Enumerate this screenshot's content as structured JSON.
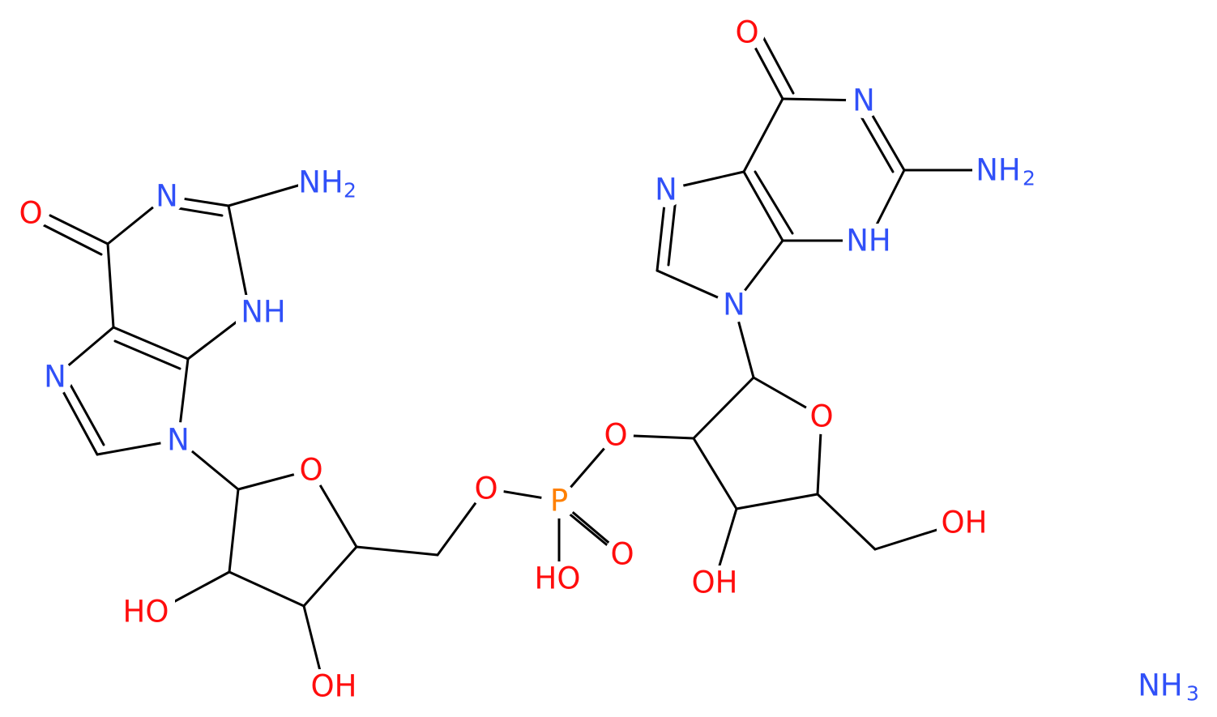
{
  "colors": {
    "bond": "#000000",
    "N": "#3050F8",
    "O": "#FF0D0D",
    "P": "#FF8000"
  },
  "labels": {
    "left_O_carbonyl": "O",
    "left_N1": "N",
    "left_NH2": "NH",
    "left_NH2_sub": "2",
    "left_NH": "NH",
    "left_N7": "N",
    "left_N9": "N",
    "left_O_ring": "O",
    "left_HO_2": "HO",
    "left_OH_3": "OH",
    "link_O_5": "O",
    "P": "P",
    "P_O_double": "O",
    "P_HO": "HO",
    "link_O_3": "O",
    "right_O_carbonyl": "O",
    "right_N1": "N",
    "right_NH2": "NH",
    "right_NH2_sub": "2",
    "right_NH": "NH",
    "right_N7": "N",
    "right_N9": "N",
    "right_O_ring": "O",
    "right_OH_2": "OH",
    "right_CH2OH": "OH",
    "NH3": "NH",
    "NH3_sub": "3"
  }
}
